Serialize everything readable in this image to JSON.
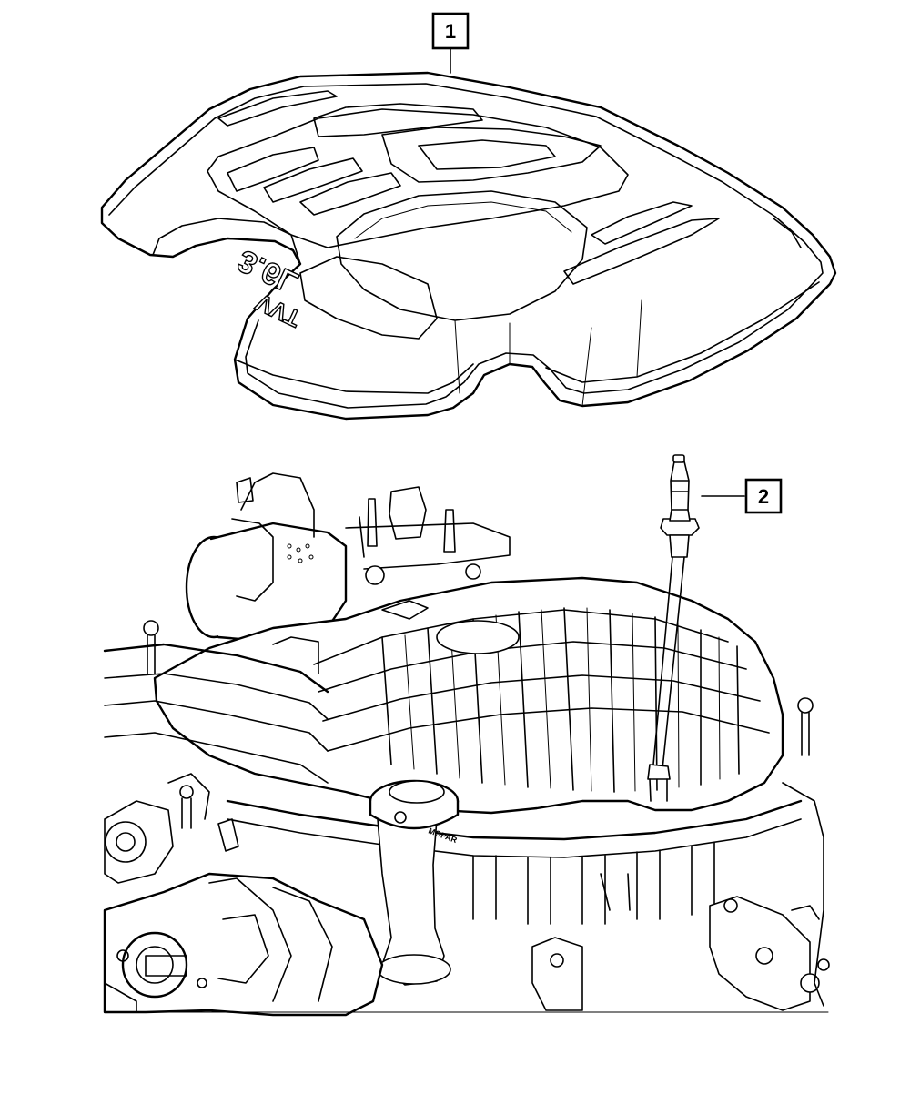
{
  "callouts": [
    {
      "id": 1,
      "label": "1",
      "part": "engine-cover"
    },
    {
      "id": 2,
      "label": "2",
      "part": "oil-dipstick"
    }
  ],
  "engine_cover": {
    "emblem_lines": [
      "3.6L",
      "VVT"
    ]
  },
  "oil_cap": {
    "brand_text": "MOPAR"
  },
  "colors": {
    "line": "#000000",
    "background": "#ffffff"
  }
}
